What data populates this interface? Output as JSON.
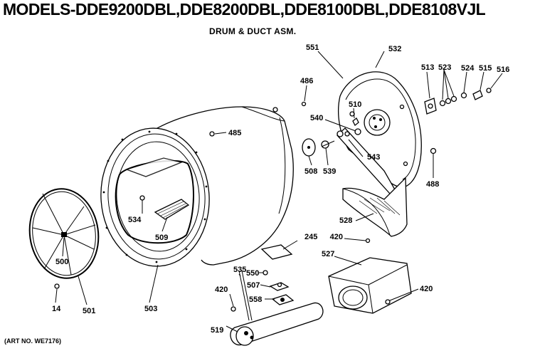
{
  "header": {
    "title": "MODELS-DDE9200DBL,DDE8200DBL,DDE8100DBL,DDE8108VJL",
    "subtitle": "DRUM & DUCT ASM."
  },
  "footer": {
    "art_number": "(ART NO. WE7176)"
  },
  "part_labels": [
    {
      "id": "p551",
      "text": "551"
    },
    {
      "id": "p532",
      "text": "532"
    },
    {
      "id": "p513",
      "text": "513"
    },
    {
      "id": "p523",
      "text": "523"
    },
    {
      "id": "p524",
      "text": "524"
    },
    {
      "id": "p515",
      "text": "515"
    },
    {
      "id": "p516",
      "text": "516"
    },
    {
      "id": "p486",
      "text": "486"
    },
    {
      "id": "p510",
      "text": "510"
    },
    {
      "id": "p540",
      "text": "540"
    },
    {
      "id": "p485",
      "text": "485"
    },
    {
      "id": "p543",
      "text": "543"
    },
    {
      "id": "p508",
      "text": "508"
    },
    {
      "id": "p539",
      "text": "539"
    },
    {
      "id": "p488",
      "text": "488"
    },
    {
      "id": "p534",
      "text": "534"
    },
    {
      "id": "p509",
      "text": "509"
    },
    {
      "id": "p528",
      "text": "528"
    },
    {
      "id": "p500",
      "text": "500"
    },
    {
      "id": "p420a",
      "text": "420"
    },
    {
      "id": "p245",
      "text": "245"
    },
    {
      "id": "p527",
      "text": "527"
    },
    {
      "id": "p535",
      "text": "535"
    },
    {
      "id": "p550",
      "text": "550"
    },
    {
      "id": "p507",
      "text": "507"
    },
    {
      "id": "p420b",
      "text": "420"
    },
    {
      "id": "p420c",
      "text": "420"
    },
    {
      "id": "p558",
      "text": "558"
    },
    {
      "id": "p14",
      "text": "14"
    },
    {
      "id": "p501",
      "text": "501"
    },
    {
      "id": "p503",
      "text": "503"
    },
    {
      "id": "p519",
      "text": "519"
    }
  ]
}
